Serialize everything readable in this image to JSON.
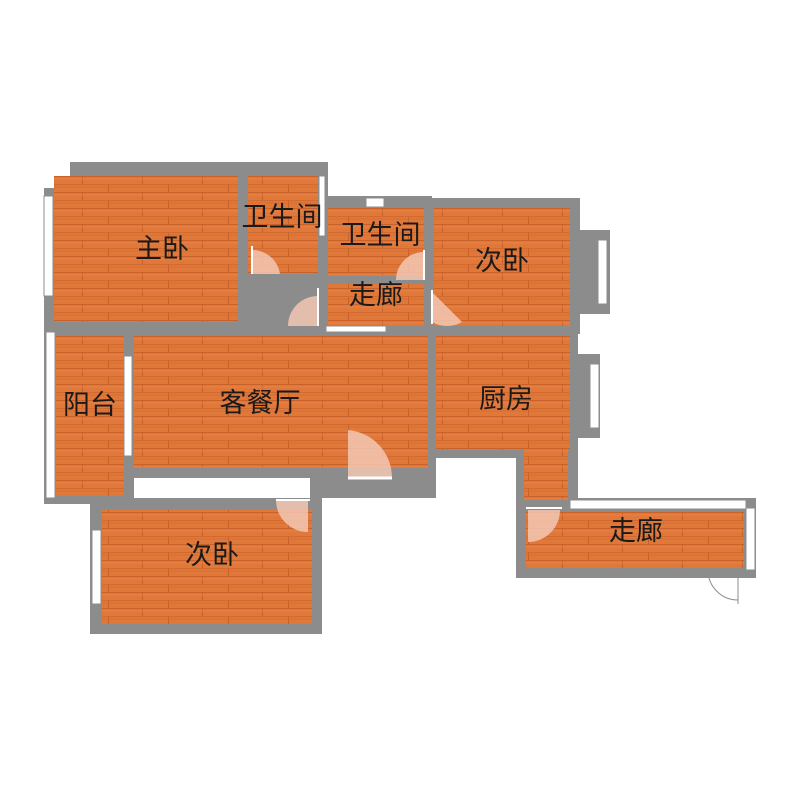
{
  "floorplan": {
    "colors": {
      "background": "#ffffff",
      "wall": "#8c8c8c",
      "floor": "#e0783a",
      "floor_stripe": "#c9622a",
      "window": "#ffffff",
      "door_arc": "#f2c7b3",
      "label": "#1a1a1a"
    },
    "rooms": [
      {
        "id": "master-bedroom",
        "label": "主卧"
      },
      {
        "id": "bathroom-1",
        "label": "卫生间"
      },
      {
        "id": "bathroom-2",
        "label": "卫生间"
      },
      {
        "id": "bedroom-2",
        "label": "次卧"
      },
      {
        "id": "corridor-1",
        "label": "走廊"
      },
      {
        "id": "balcony",
        "label": "阳台"
      },
      {
        "id": "living-dining",
        "label": "客餐厅"
      },
      {
        "id": "kitchen",
        "label": "厨房"
      },
      {
        "id": "bedroom-3",
        "label": "次卧"
      },
      {
        "id": "corridor-2",
        "label": "走廊"
      }
    ]
  }
}
